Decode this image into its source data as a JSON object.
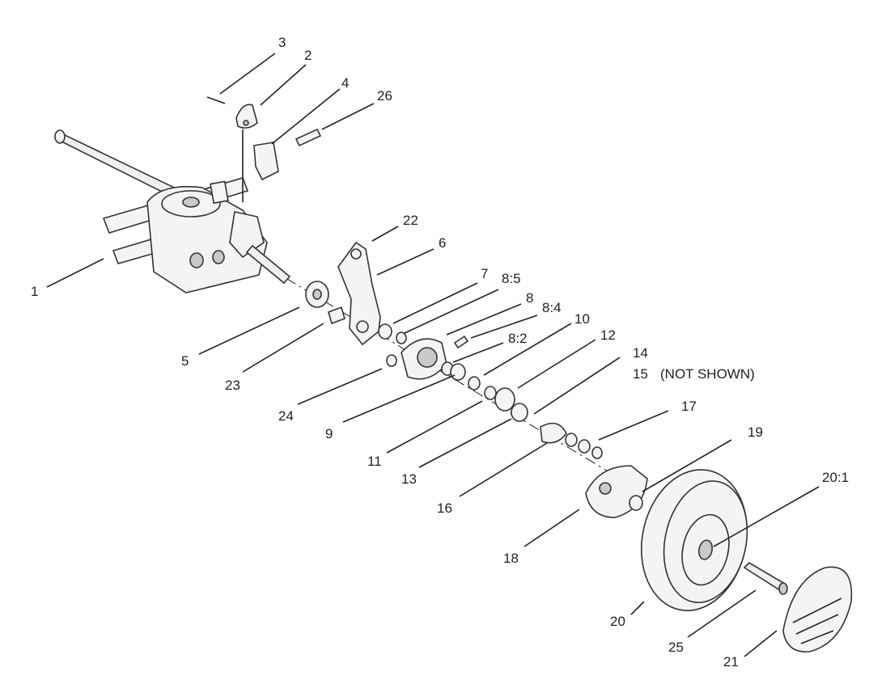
{
  "callouts": [
    {
      "id": "c1",
      "label": "1"
    },
    {
      "id": "c2",
      "label": "2"
    },
    {
      "id": "c3",
      "label": "3"
    },
    {
      "id": "c4",
      "label": "4"
    },
    {
      "id": "c26",
      "label": "26"
    },
    {
      "id": "c22",
      "label": "22"
    },
    {
      "id": "c6",
      "label": "6"
    },
    {
      "id": "c7",
      "label": "7"
    },
    {
      "id": "c8_5",
      "label": "8:5"
    },
    {
      "id": "c8",
      "label": "8"
    },
    {
      "id": "c8_4",
      "label": "8:4"
    },
    {
      "id": "c10",
      "label": "10"
    },
    {
      "id": "c8_2",
      "label": "8:2"
    },
    {
      "id": "c12",
      "label": "12"
    },
    {
      "id": "c14",
      "label": "14"
    },
    {
      "id": "c15",
      "label": "15"
    },
    {
      "id": "c17",
      "label": "17"
    },
    {
      "id": "c19",
      "label": "19"
    },
    {
      "id": "c20_1",
      "label": "20:1"
    },
    {
      "id": "c5",
      "label": "5"
    },
    {
      "id": "c23",
      "label": "23"
    },
    {
      "id": "c24",
      "label": "24"
    },
    {
      "id": "c9",
      "label": "9"
    },
    {
      "id": "c11",
      "label": "11"
    },
    {
      "id": "c13",
      "label": "13"
    },
    {
      "id": "c16",
      "label": "16"
    },
    {
      "id": "c18",
      "label": "18"
    },
    {
      "id": "c20",
      "label": "20"
    },
    {
      "id": "c25",
      "label": "25"
    },
    {
      "id": "c21",
      "label": "21"
    }
  ],
  "note": "(NOT SHOWN)"
}
